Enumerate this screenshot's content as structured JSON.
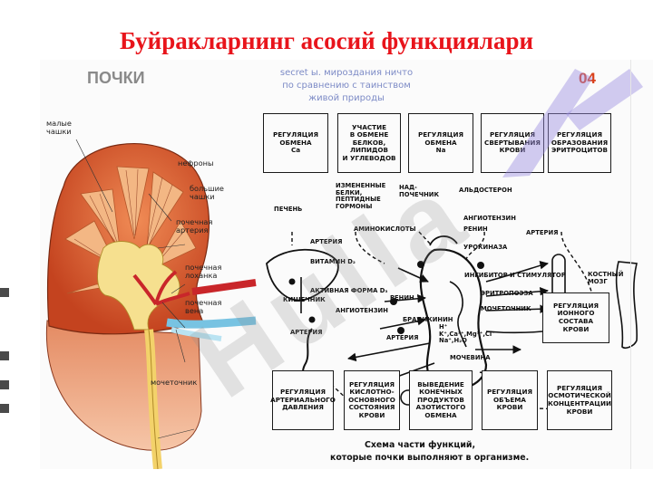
{
  "slide_title": "Буйракларнинг асосий функциялари",
  "heading": "ПОЧКИ",
  "page_number": "04",
  "watermark_note": [
    "secret ы. мироздания ничто",
    "по сравнению с таинством",
    "живой природы"
  ],
  "watermark_logo": "Hulla",
  "kidney_labels": {
    "small_cups": "малые\nчашки",
    "nephrons": "нефроны",
    "large_cups": "большие\nчашки",
    "renal_artery": "почечная\nартерия",
    "renal_pelvis": "почечная\nлоханка",
    "renal_vein": "почечная\nвена",
    "ureter": "мочеточник"
  },
  "top_boxes": [
    "РЕГУЛЯЦИЯ\nОБМЕНА\nCa",
    "УЧАСТИЕ\nВ ОБМЕНЕ\nБЕЛКОВ,\nЛИПИДОВ\nИ УГЛЕВОДОВ",
    "РЕГУЛЯЦИЯ\nОБМЕНА\nNa",
    "РЕГУЛЯЦИЯ\nСВЕРТЫВАНИЯ\nКРОВИ",
    "РЕГУЛЯЦИЯ\nОБРАЗОВАНИЯ\nЭРИТРОЦИТОВ"
  ],
  "bottom_boxes": [
    "РЕГУЛЯЦИЯ\nАРТЕРИАЛЬНОГО\nДАВЛЕНИЯ",
    "РЕГУЛЯЦИЯ\nКИСЛОТНО-\nОСНОВНОГО\nСОСТОЯНИЯ\nКРОВИ",
    "ВЫВЕДЕНИЕ\nКОНЕЧНЫХ\nПРОДУКТОВ\nАЗОТИСТОГО\nОБМЕНА",
    "РЕГУЛЯЦИЯ\nОБЪЕМА\nКРОВИ",
    "РЕГУЛЯЦИЯ\nОСМОТИЧЕСКОЙ\nКОНЦЕНТРАЦИИ\nКРОВИ"
  ],
  "right_box": "РЕГУЛЯЦИЯ\nИОННОГО\nСОСТАВА\nКРОВИ",
  "diagram_labels": {
    "changed_proteins": "ИЗМЕНЕННЫЕ\nБЕЛКИ,\nПЕПТИДНЫЕ\nГОРМОНЫ",
    "adrenal": "НАД-\nПОЧЕЧНИК",
    "aldosterone": "АЛЬДОСТЕРОН",
    "liver": "ПЕЧЕНЬ",
    "aminoacids": "АМИНОКИСЛОТЫ",
    "artery_liver": "АРТЕРИЯ",
    "angiotensin1": "АНГИОТЕНЗИН",
    "renin1": "РЕНИН",
    "artery_right": "АРТЕРИЯ",
    "urokinase": "УРОКИНАЗА",
    "vitamin_d": "ВИТАМИН D₂",
    "inhibitor": "ИНГИБИТОР И СТИМУЛЯТОР",
    "erythropoiesis": "ЭРИТРОПОЭЗА",
    "bone_marrow": "КОСТНЫЙ\nМОЗГ",
    "active_d": "АКТИВНАЯ ФОРМА D₃",
    "intestine": "КИШЕЧНИК",
    "angiotensin2": "АНГИОТЕНЗИН",
    "renin2": "РЕНИН",
    "bradykinin": "БРАДИКИНИН",
    "ureter": "МОЧЕТОЧНИК",
    "artery_left": "АРТЕРИЯ",
    "artery_mid": "АРТЕРИЯ",
    "ions": "H⁺\nK⁺,Ca²⁺,Mg²⁺,Cl⁻\nNa⁺,H₂O",
    "urine": "МОЧЕВИНА"
  },
  "caption_lines": [
    "Схема   части   функций,",
    "которые   почки   выполняют  в организме."
  ],
  "colors": {
    "title": "#e8141b",
    "cortex": "#d9582a",
    "medulla": "#f2b27a",
    "pelvis": "#f5df8a",
    "artery": "#c9262a",
    "vein": "#78c3e2",
    "watermark": "#9b8ee0"
  }
}
